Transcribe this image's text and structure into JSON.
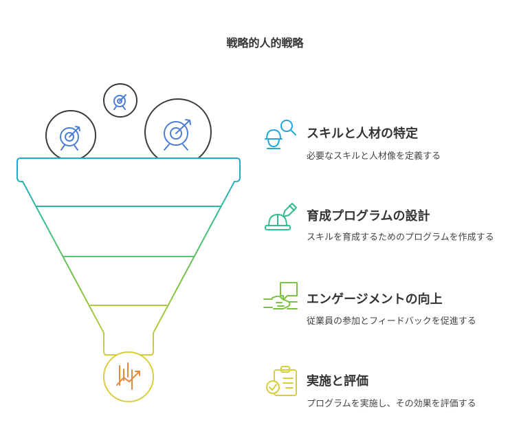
{
  "title": "戦略的人的戦略",
  "colors": {
    "stage1": "#1FA7D7",
    "stage2": "#36BB8C",
    "stage3": "#7CC142",
    "stage4": "#D6CF3A",
    "target": "#4C7DD6",
    "outline": "#3A3A3A",
    "chart": "#E48A3A"
  },
  "steps": [
    {
      "title": "スキルと人材の特定",
      "description": "必要なスキルと人材像を定義する",
      "icon": "worker-search-icon"
    },
    {
      "title": "育成プログラムの設計",
      "description": "スキルを育成するためのプログラムを作成する",
      "icon": "hardhat-pencil-icon"
    },
    {
      "title": "エンゲージメントの向上",
      "description": "従業員の参加とフィードバックを促進する",
      "icon": "handshake-chat-icon"
    },
    {
      "title": "実施と評価",
      "description": "プログラムを実施し、その効果を評価する",
      "icon": "clipboard-check-icon"
    }
  ]
}
